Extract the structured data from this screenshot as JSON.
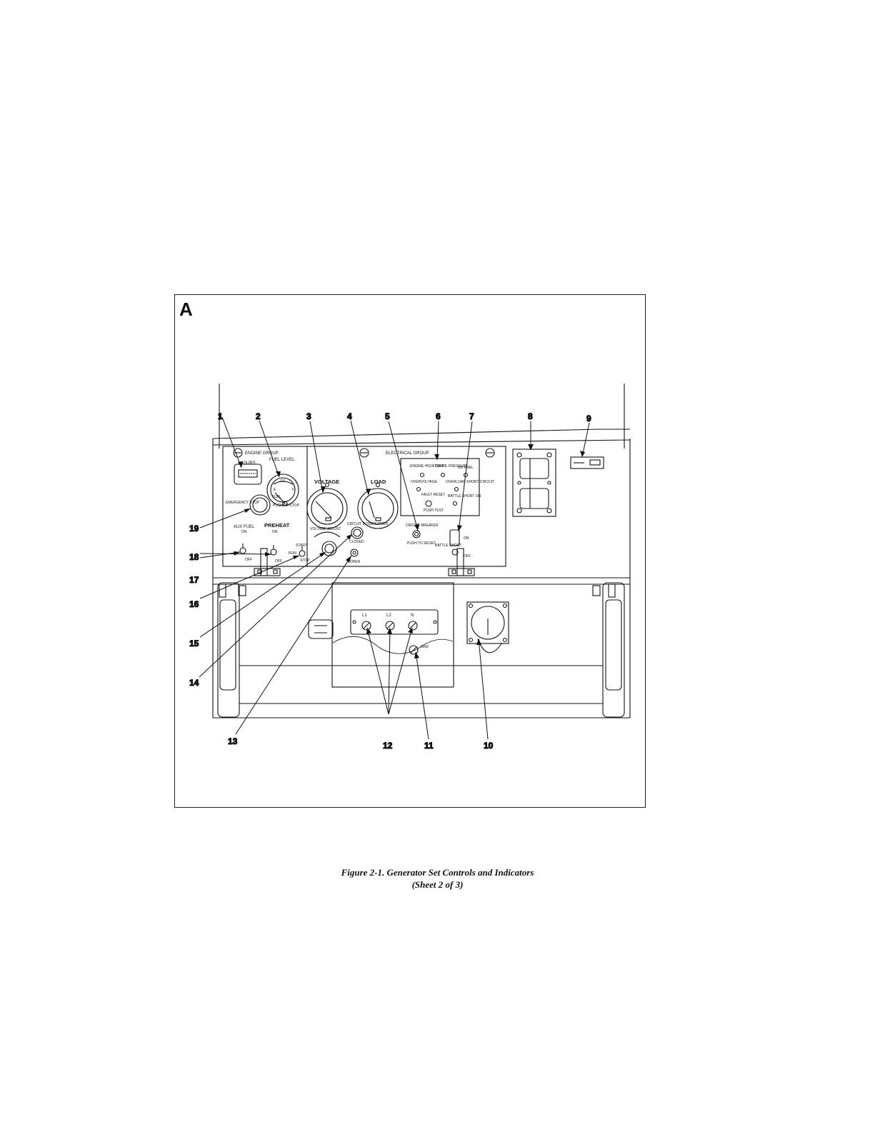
{
  "figure": {
    "letter": "A",
    "caption_line1": "Figure 2-1.  Generator Set Controls and Indicators",
    "caption_line2": "(Sheet 2 of 3)"
  },
  "panel_labels": {
    "engine_group": "ENGINE GROUP",
    "electrical_group": "ELECTRICAL GROUP",
    "hours": "HOURS",
    "fuel_level": "FUEL LEVEL",
    "fuel_gauge_half": "1/2",
    "fuel_gauge_e": "E",
    "fuel_gauge_f": "F",
    "fuel_word": "FUEL",
    "voltage": "VOLTAGE",
    "load": "LOAD",
    "emergency_stop": "EMERGENCY STOP",
    "push_to_stop": "PUSH TO STOP",
    "aux_fuel": "AUX FUEL",
    "aux_on": "ON",
    "aux_off": "OFF",
    "preheat": "PREHEAT",
    "preheat_on": "ON",
    "preheat_off": "OFF",
    "start": "START",
    "run": "RUN",
    "stop": "STOP",
    "voltage_adjust": "VOLTAGE ADJUST",
    "circuit_interrupter": "CIRCUIT INTERRUPTER",
    "closed": "CLOSED",
    "open": "OPEN",
    "circuit_breaker": "CIRCUIT BREAKER",
    "push_to_reset": "PUSH TO RESET",
    "battle_short": "BATTLE SHORT",
    "bs_on": "ON",
    "bs_off": "OFF",
    "fault_engine_high_temp": "ENGINE HIGH TEMP",
    "fault_low_oil": "LOW OIL PRESSURE",
    "fault_no_fuel": "NO FUEL",
    "fault_overvoltage": "OVERVOLTAGE",
    "fault_overload": "OVERLOAD SHORT CIRCUIT",
    "fault_reset": "FAULT RESET",
    "fault_push": "PUSH TEST",
    "fault_battle_short": "BATTLE SHORT ON",
    "terminal_l1": "L1",
    "terminal_l2": "L2",
    "terminal_n": "N",
    "terminal_gnd": "GND"
  },
  "callouts": [
    "1",
    "2",
    "3",
    "4",
    "5",
    "6",
    "7",
    "8",
    "9",
    "10",
    "11",
    "12",
    "13",
    "14",
    "15",
    "16",
    "17",
    "18",
    "19"
  ]
}
